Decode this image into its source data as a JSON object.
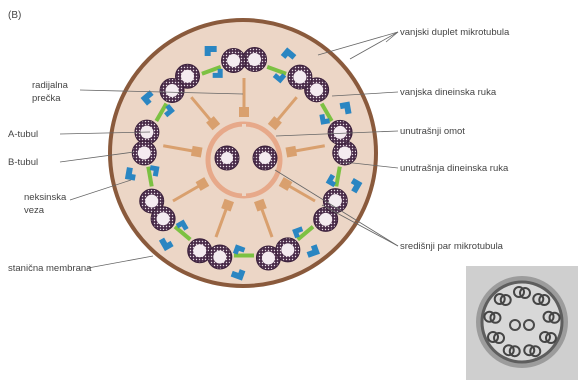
{
  "panel_label": "(B)",
  "labels": {
    "outer_doublet": "vanjski duplet mikrotubula",
    "radial_spoke_1": "radijalna",
    "radial_spoke_2": "prečka",
    "outer_dynein": "vanjska dineinska ruka",
    "a_tubule": "A-tubul",
    "inner_sheath": "unutrašnji omot",
    "b_tubule": "B-tubul",
    "inner_dynein": "unutrašnja dineinska ruka",
    "nexin_1": "neksinska",
    "nexin_2": "veza",
    "central_pair": "središnji par mikrotubula",
    "cell_membrane": "stanična membrana"
  },
  "colors": {
    "membrane": "#8a5a3c",
    "cytoplasm": "#ecd6c6",
    "tubule_fill": "#4a2c4a",
    "tubule_ring": "#e8dde4",
    "dynein": "#2a86c2",
    "nexin": "#7cc142",
    "spoke": "#d9a06e",
    "sheath": "#e7a98a",
    "leader": "#666666"
  },
  "em_inset": {
    "description_icon": "micrograph-icon"
  }
}
